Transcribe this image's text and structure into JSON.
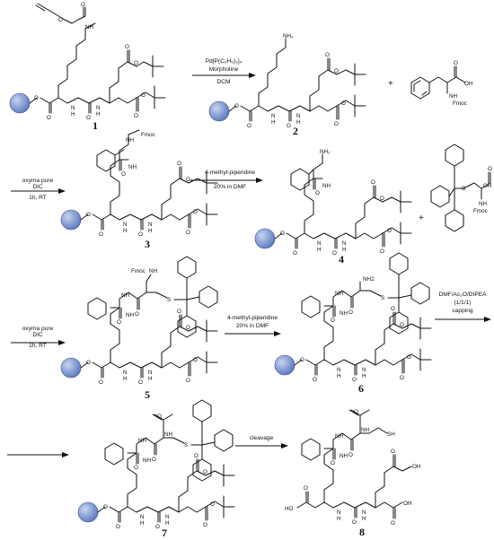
{
  "compounds": [
    {
      "number": "1"
    },
    {
      "number": "2"
    },
    {
      "number": "3"
    },
    {
      "number": "4"
    },
    {
      "number": "5"
    },
    {
      "number": "6"
    },
    {
      "number": "7"
    },
    {
      "number": "8"
    }
  ],
  "labels": {
    "nh": "NH",
    "nh2": "NH₂",
    "nh2_alt": "NH2",
    "n": "N",
    "h": "H",
    "o": "O",
    "oh": "OH",
    "ho": "HO",
    "s": "S",
    "sh": "SH",
    "fmoc": "Fmoc",
    "fmoc_left": "Fmoc",
    "plus": "+"
  },
  "reactions": [
    {
      "id": "step1",
      "lines": [
        "Pd[P(C₆H₅)₃]₄",
        "Morpholine",
        "DCM"
      ]
    },
    {
      "id": "step2",
      "lines": [
        "oxyma pure",
        "DIC",
        "1h, RT"
      ]
    },
    {
      "id": "step3",
      "lines": [
        "4-methyl-piperidine",
        "20% in DMF"
      ]
    },
    {
      "id": "step4",
      "lines": [
        "oxyma pure",
        "DIC",
        "1h, RT"
      ]
    },
    {
      "id": "step5",
      "lines": [
        "4-methyl-piperidine",
        "20% in DMF"
      ]
    },
    {
      "id": "step6",
      "lines": [
        "DMF/Ac₂O/DIPEA",
        "(1/1/1)",
        "capping"
      ]
    },
    {
      "id": "step7",
      "lines": [
        "cleavage"
      ]
    }
  ],
  "colors": {
    "bead": "#5b78c0",
    "bead_light": "#c7d3ef",
    "bond": "#111111"
  }
}
